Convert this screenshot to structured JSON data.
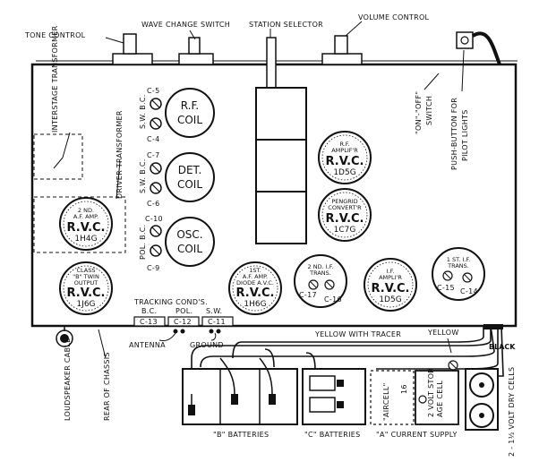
{
  "top_labels": {
    "tone_control": "TONE CONTROL",
    "wave_change_switch": "WAVE CHANGE SWITCH",
    "station_selector": "STATION SELECTOR",
    "volume_control": "VOLUME CONTROL"
  },
  "side_labels": {
    "interstage_transformer": "INTERSTAGE TRANSFORMER",
    "driver_transformer": "DRIVER TRANSFORMER",
    "on_off_switch_1": "\"ON\"-\"OFF\"",
    "on_off_switch_2": "SWITCH",
    "push_button_1": "PUSH-BUTTON FOR",
    "push_button_2": "PILOT LIGHTS",
    "loudspeaker_cable": "LOUDSPEAKER CABLE",
    "rear_of_chassis": "REAR OF CHASSIS",
    "dry_cells": "2 - 1½ VOLT DRY CELLS"
  },
  "coils": [
    {
      "l1": "R.F.",
      "l2": "COIL"
    },
    {
      "l1": "DET.",
      "l2": "COIL"
    },
    {
      "l1": "OSC.",
      "l2": "COIL"
    }
  ],
  "trimmers": {
    "c5": "C-5",
    "c4": "C-4",
    "c7": "C-7",
    "c6": "C-6",
    "c10": "C-10",
    "c9": "C-9",
    "sw_bc_1": "S.W. B.C.",
    "sw_bc_2": "S.W. B.C.",
    "pol_bc": "POL. B.C."
  },
  "tubes": {
    "rf_amp": {
      "top": "R.F.",
      "top2": "AMPLIF'R",
      "mid": "R.V.C.",
      "bot": "1D5G"
    },
    "pentagrid": {
      "top": "PENGRID",
      "top2": "CONVERT'R",
      "mid": "R.V.C.",
      "bot": "1C7G"
    },
    "af2": {
      "top": "2 ND.",
      "top2": "A.F. AMP.",
      "mid": "R.V.C.",
      "bot": "1H4G"
    },
    "output": {
      "top": "CLASS",
      "top2": "\"B\" TWIN",
      "top3": "OUTPUT",
      "mid": "R.V.C.",
      "bot": "1J6G"
    },
    "af1": {
      "top": "1ST.",
      "top2": "A.F. AMP.",
      "top3": "DIODE A.V.C.",
      "mid": "R.V.C.",
      "bot": "1H6G"
    },
    "if_amp": {
      "top": "I.F.",
      "top2": "AMPLI'R",
      "mid": "R.V.C.",
      "bot": "1D5G"
    }
  },
  "if_transformers": {
    "second": {
      "l1": "2 ND. I.F.",
      "l2": "TRANS.",
      "ca": "C-17",
      "cb": "C-16"
    },
    "first": {
      "l1": "1 ST. I.F.",
      "l2": "TRANS.",
      "ca": "C-15",
      "cb": "C-14"
    }
  },
  "tracking": {
    "title": "TRACKING COND'S.",
    "bc": "B.C.",
    "pol": "POL.",
    "sw": "S.W.",
    "c13": "C-13",
    "c12": "C-12",
    "c11": "C-11",
    "antenna": "ANTENNA",
    "ground": "GROUND"
  },
  "wiring": {
    "yellow_tracer": "YELLOW WITH TRACER",
    "yellow": "YELLOW",
    "black": "BLACK"
  },
  "bottom": {
    "b_batteries": "\"B\" BATTERIES",
    "c_batteries": "\"C\" BATTERIES",
    "a_supply": "\"A\" CURRENT SUPPLY",
    "aircell": "\"AIRCELL\"",
    "aircell_num": "16",
    "storage_1": "2 VOLT STOR",
    "storage_2": "AGE CELL"
  }
}
